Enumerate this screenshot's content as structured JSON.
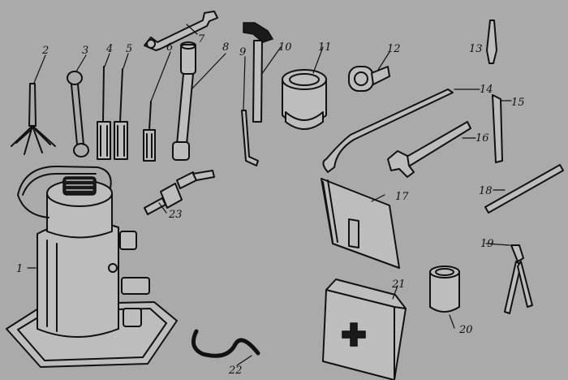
{
  "background": "#aaaaaa",
  "ink": "#111111",
  "labels": {
    "n1": "1",
    "n2": "2",
    "n3": "3",
    "n4": "4",
    "n5": "5",
    "n6": "6",
    "n7": "7",
    "n8": "8",
    "n9": "9",
    "n10": "10",
    "n11": "11",
    "n12": "12",
    "n13": "13",
    "n14": "14",
    "n15": "15",
    "n16": "16",
    "n17": "17",
    "n18": "18",
    "n19": "19",
    "n20": "20",
    "n21": "21",
    "n22": "22",
    "n23": "23"
  },
  "icons": {
    "jack": "bottle-jack-icon",
    "chisel": "cross-shaped-tool-icon",
    "box_wrench": "box-spanner-icon",
    "screwdriver": "screwdriver-icon",
    "open_wrench": "open-end-wrench-icon",
    "socket_wrench": "socket-wrench-icon",
    "hex_key": "hex-key-icon",
    "hammer": "hammer-icon",
    "spark_socket": "large-socket-icon",
    "ring_wrench": "ring-spanner-icon",
    "punch": "punch-icon",
    "pry_bar": "tire-lever-icon",
    "chisel_flat": "chisel-icon",
    "adjustable_wrench": "adjustable-wrench-icon",
    "tool_bag": "tool-bag-icon",
    "rod": "rod-icon",
    "pliers": "pliers-icon",
    "socket_small": "small-socket-icon",
    "first_aid": "first-aid-kit-icon",
    "hose": "hose-icon",
    "pump_fitting": "tire-valve-fitting-icon"
  }
}
